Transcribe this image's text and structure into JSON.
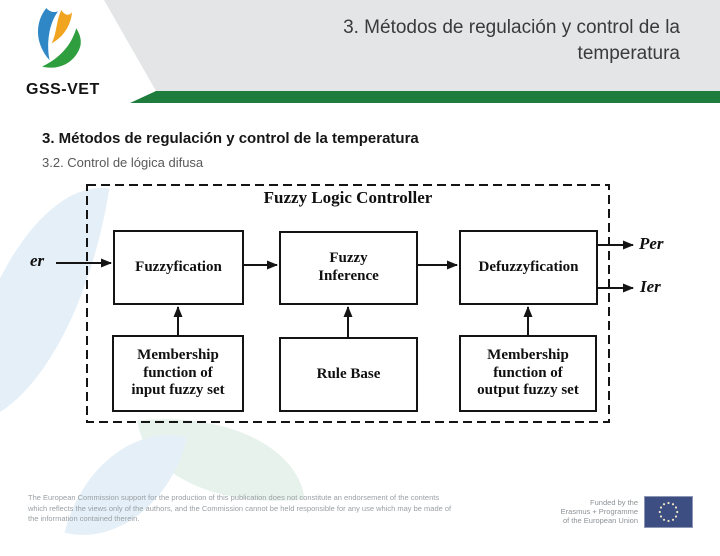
{
  "header": {
    "logo_text": "GSS-VET",
    "title": "3. Métodos de regulación y control de la\ntemperatura"
  },
  "content": {
    "heading": "3. Métodos de regulación y control de la temperatura",
    "subheading": "3.2. Control de lógica difusa"
  },
  "diagram": {
    "title": "Fuzzy Logic Controller",
    "input_label": "er",
    "output_labels": [
      "Per",
      "Ier"
    ],
    "boxes": {
      "fuzzyfication": "Fuzzyfication",
      "fuzzy_inference": "Fuzzy\nInference",
      "defuzzyfication": "Defuzzyfication",
      "membership_input": "Membership\nfunction of\ninput fuzzy set",
      "rule_base": "Rule Base",
      "membership_output": "Membership\nfunction of\noutput fuzzy set"
    }
  },
  "footer": {
    "disclaimer": "The European Commission support for the production of this publication does not constitute an endorsement of the contents which reflects the views only of the authors, and the Commission cannot be held responsible for any use which may be made of the information contained therein.",
    "funding": "Funded by the\nErasmus + Programme\nof the European Union"
  },
  "colors": {
    "accent_green": "#1e7d3c",
    "header_gray": "#e3e5e6",
    "logo_blue": "#2f88c5",
    "logo_orange": "#f0a420",
    "logo_green": "#2f9e3f",
    "flag_blue": "#3d4f82"
  }
}
